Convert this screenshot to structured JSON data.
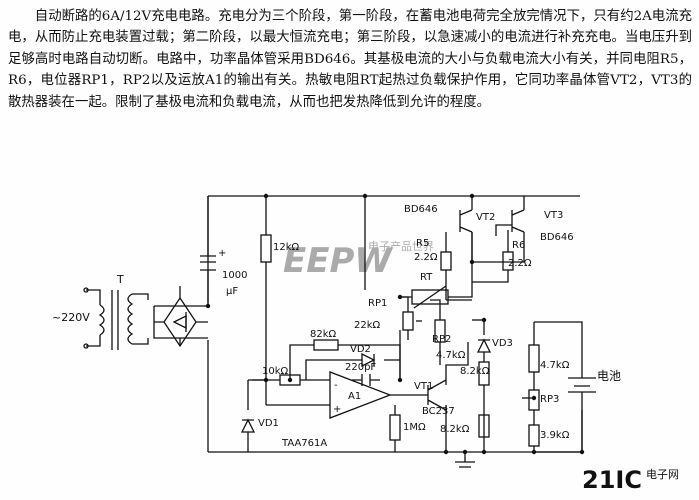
{
  "description_text": "自动断路的6A/12V充电电路。充电分为三个阶段，第一阶段，在蓄电池电荷完全放完情况下，只有约2A电流充电，从而防止充电装置过载；第二阶段，以最大恒流充电；第三阶段，以急速减小的电流进行补充充电。当电压升到足够高时电路自动切断。电路中，功率晶体管采用BD646。其基极电流的大小与负载电流大小有关，并同电阻R5，R6，电位器RP1，RP2以及运放A1的输出有关。热敏电阻RT起热过负载保护作用，它同功率晶体管VT2，VT3的散热器装在一起。限制了基极电流和负载电流，从而也把发热降低到允许的程度。",
  "labels": {
    "transformer": "T",
    "mains": "~220V",
    "cap": "1000",
    "cap_unit": "μF",
    "r_12k": "12kΩ",
    "r_82k": "82kΩ",
    "r_10k": "10kΩ",
    "c_220p": "220pF",
    "vd1": "VD1",
    "vd2": "VD2",
    "vd3": "VD3",
    "a1": "A1",
    "taa": "TAA761A",
    "r_1m": "1MΩ",
    "vt1": "VT1",
    "bc237": "BC237",
    "rp1": "RP1",
    "rp1_val": "22kΩ",
    "rp2": "RP2",
    "rp2_val": "4.7kΩ",
    "rt": "RT",
    "bd646_a": "BD646",
    "vt2": "VT2",
    "vt3": "VT3",
    "bd646_b": "BD646",
    "r5": "R5",
    "r5_val": "2.2Ω",
    "r6": "R6",
    "r6_val": "2.2Ω",
    "r_8k2_a": "8.2kΩ",
    "r_8k2_b": "8.2kΩ",
    "r_4k7": "4.7kΩ",
    "rp3": "RP3",
    "r_3k9": "3.9kΩ",
    "battery": "电池"
  },
  "watermarks": {
    "top": "EEPW",
    "top_sub": "电子产品世界",
    "bottom": "21IC",
    "bottom_sub": "电子网"
  }
}
